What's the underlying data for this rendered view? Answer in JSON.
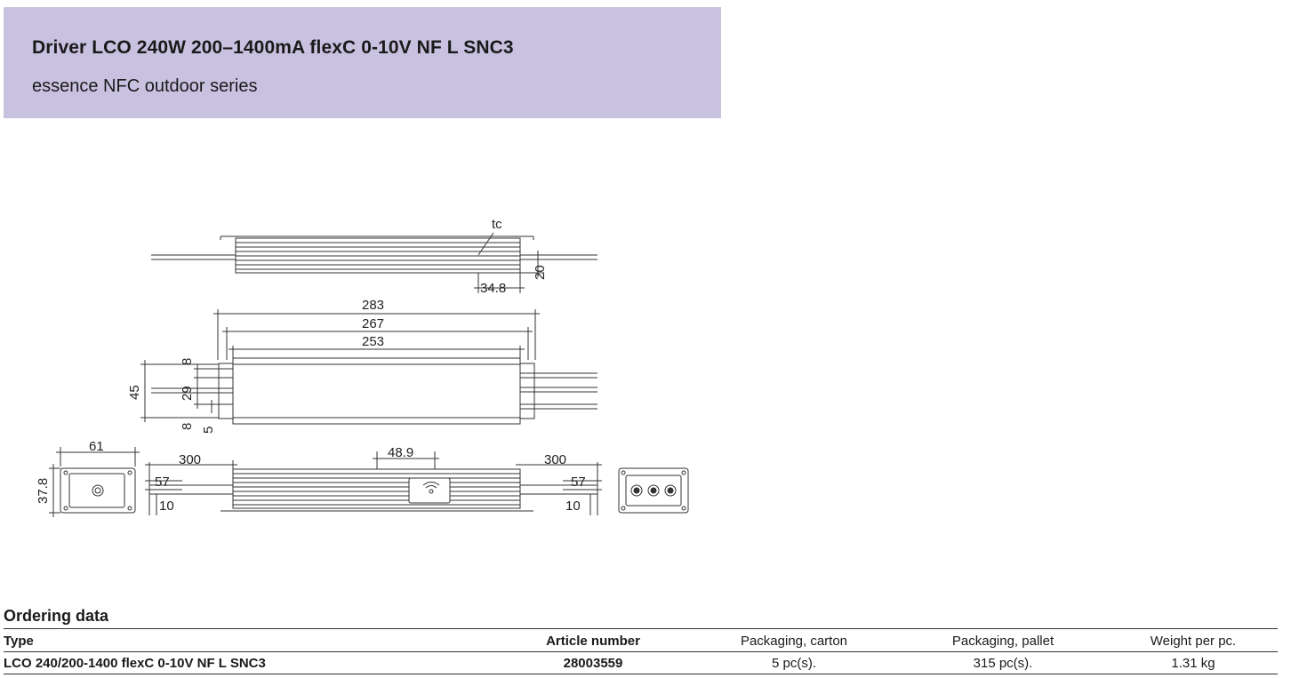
{
  "header": {
    "title": "Driver LCO 240W 200–1400mA flexC 0-10V NF L SNC3",
    "subtitle": "essence NFC outdoor series"
  },
  "drawing": {
    "tc_label": "tc",
    "dims": {
      "d_34_8": "34.8",
      "d_20": "20",
      "d_283": "283",
      "d_267": "267",
      "d_253": "253",
      "d_8a": "8",
      "d_45": "45",
      "d_29": "29",
      "d_5": "5",
      "d_8b": "8",
      "d_61": "61",
      "d_37_8": "37.8",
      "d_300a": "300",
      "d_57a": "57",
      "d_10a": "10",
      "d_48_9": "48.9",
      "d_300b": "300",
      "d_57b": "57",
      "d_10b": "10"
    }
  },
  "ordering": {
    "section_title": "Ordering data",
    "headers": {
      "type": "Type",
      "article": "Article number",
      "carton": "Packaging, carton",
      "pallet": "Packaging, pallet",
      "weight": "Weight per pc."
    },
    "row": {
      "type": "LCO 240/200-1400 flexC 0-10V NF L SNC3",
      "article": "28003559",
      "carton": "5 pc(s).",
      "pallet": "315 pc(s).",
      "weight": "1.31 kg"
    }
  }
}
